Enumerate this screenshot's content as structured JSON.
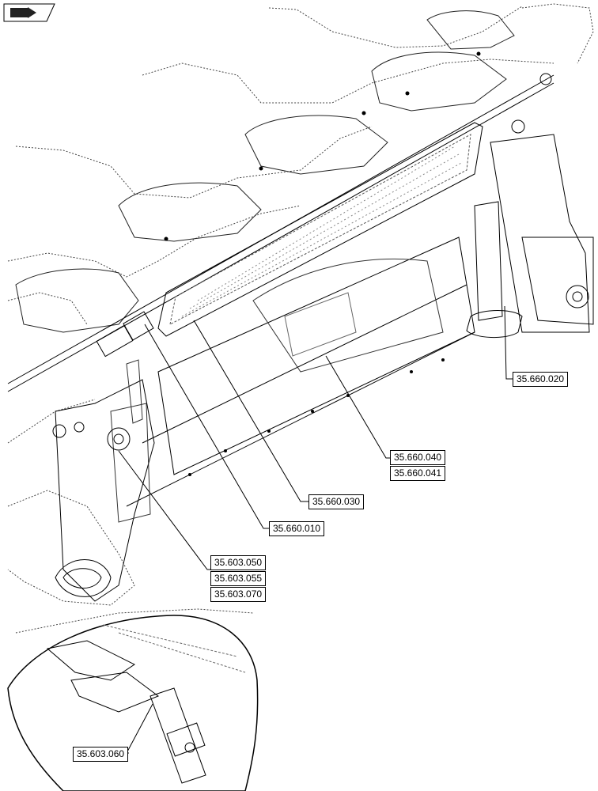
{
  "navigation": {
    "icon": "return-arrow-icon"
  },
  "callouts": {
    "c_660_020": "35.660.020",
    "c_660_040": "35.660.040",
    "c_660_041": "35.660.041",
    "c_660_030": "35.660.030",
    "c_660_010": "35.660.010",
    "c_603_050": "35.603.050",
    "c_603_055": "35.603.055",
    "c_603_070": "35.603.070",
    "c_603_060": "35.603.060"
  }
}
